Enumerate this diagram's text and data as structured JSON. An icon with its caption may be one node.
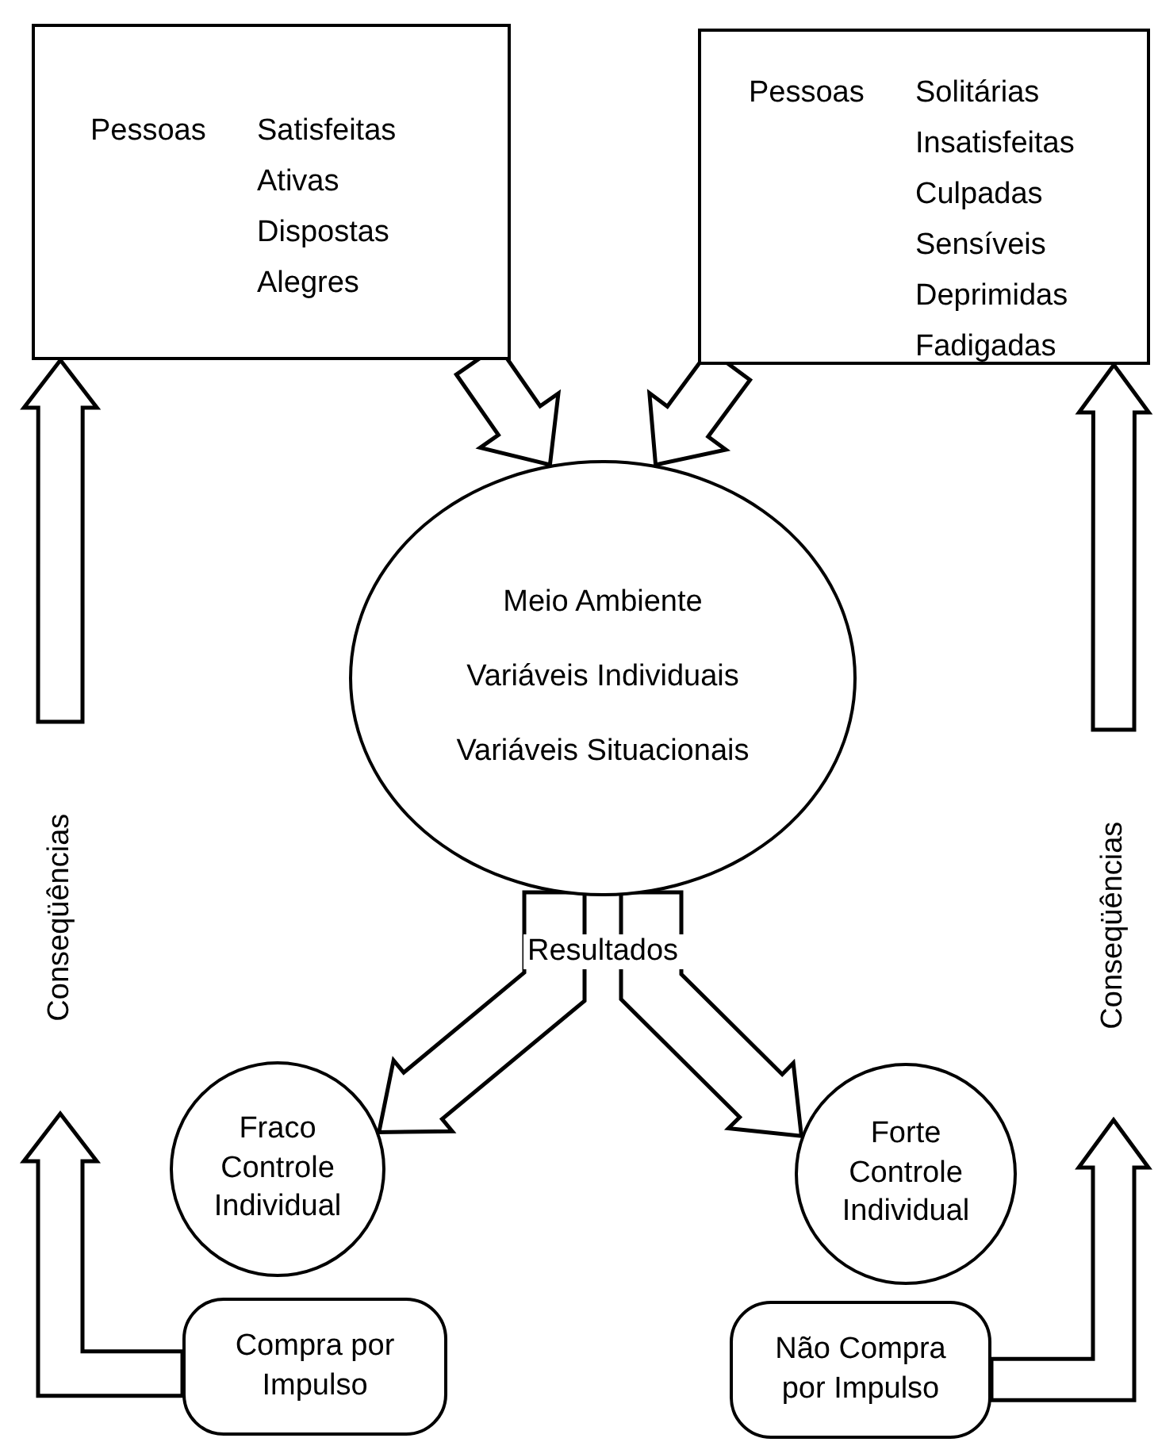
{
  "diagram": {
    "nodes": [
      {
        "text": [
          "Pessoas",
          "Satisfeitas",
          "Ativas",
          "Dispostas",
          "Alegres"
        ]
      },
      {
        "text": [
          "Pessoas",
          "Solitárias",
          "Insatisfeitas",
          "Culpadas",
          "Sensíveis",
          "Deprimidas",
          "Fadigadas"
        ]
      },
      {
        "text": [
          "Meio Ambiente",
          "Variáveis Individuais",
          "Variáveis Situacionais"
        ]
      },
      {
        "text": [
          "Fraco Controle Individual"
        ]
      },
      {
        "text": [
          "Forte Controle Individual"
        ]
      },
      {
        "text": [
          "Compra por Impulso"
        ]
      },
      {
        "text": [
          "Não Compra por Impulso"
        ]
      },
      {
        "text": [
          "Conseqüências"
        ]
      },
      {
        "text": [
          "Conseqüências"
        ]
      }
    ],
    "edges": [
      {
        "from": 0,
        "to": 2,
        "arrow": "to"
      },
      {
        "from": 1,
        "to": 2,
        "arrow": "to"
      },
      {
        "from": 2,
        "to": 3,
        "arrow": "to",
        "label": "Resultados"
      },
      {
        "from": 2,
        "to": 4,
        "arrow": "to"
      },
      {
        "from": 5,
        "to": 7,
        "arrow": "to"
      },
      {
        "from": 7,
        "to": 0,
        "arrow": "to"
      },
      {
        "from": 6,
        "to": 8,
        "arrow": "to"
      },
      {
        "from": 8,
        "to": 1,
        "arrow": "to"
      }
    ]
  }
}
